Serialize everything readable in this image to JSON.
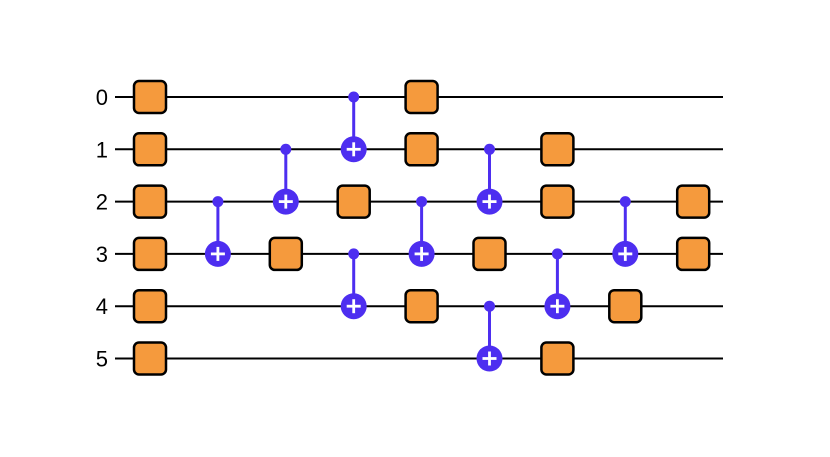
{
  "circuit": {
    "qubit_labels": [
      "0",
      "1",
      "2",
      "3",
      "4",
      "5"
    ],
    "colors": {
      "wire": "#000000",
      "single_qubit_gate_fill": "#f59a3d",
      "single_qubit_gate_border": "#000000",
      "cnot": "#4d2ef0",
      "background": "#ffffff"
    },
    "columns": [
      {
        "gates": [
          {
            "type": "single",
            "qubit": 0
          },
          {
            "type": "single",
            "qubit": 1
          },
          {
            "type": "single",
            "qubit": 2
          },
          {
            "type": "single",
            "qubit": 3
          },
          {
            "type": "single",
            "qubit": 4
          },
          {
            "type": "single",
            "qubit": 5
          }
        ]
      },
      {
        "gates": [
          {
            "type": "cnot",
            "control": 2,
            "target": 3
          }
        ]
      },
      {
        "gates": [
          {
            "type": "cnot",
            "control": 1,
            "target": 2
          },
          {
            "type": "single",
            "qubit": 3
          }
        ]
      },
      {
        "gates": [
          {
            "type": "cnot",
            "control": 0,
            "target": 1
          },
          {
            "type": "single",
            "qubit": 2
          },
          {
            "type": "cnot",
            "control": 3,
            "target": 4
          }
        ]
      },
      {
        "gates": [
          {
            "type": "single",
            "qubit": 0
          },
          {
            "type": "single",
            "qubit": 1
          },
          {
            "type": "cnot",
            "control": 2,
            "target": 3
          },
          {
            "type": "single",
            "qubit": 4
          }
        ]
      },
      {
        "gates": [
          {
            "type": "cnot",
            "control": 1,
            "target": 2
          },
          {
            "type": "single",
            "qubit": 3
          },
          {
            "type": "cnot",
            "control": 4,
            "target": 5
          }
        ]
      },
      {
        "gates": [
          {
            "type": "single",
            "qubit": 1
          },
          {
            "type": "single",
            "qubit": 2
          },
          {
            "type": "cnot",
            "control": 3,
            "target": 4
          },
          {
            "type": "single",
            "qubit": 5
          }
        ]
      },
      {
        "gates": [
          {
            "type": "cnot",
            "control": 2,
            "target": 3
          },
          {
            "type": "single",
            "qubit": 4
          }
        ]
      },
      {
        "gates": [
          {
            "type": "single",
            "qubit": 2
          },
          {
            "type": "single",
            "qubit": 3
          }
        ]
      }
    ]
  }
}
